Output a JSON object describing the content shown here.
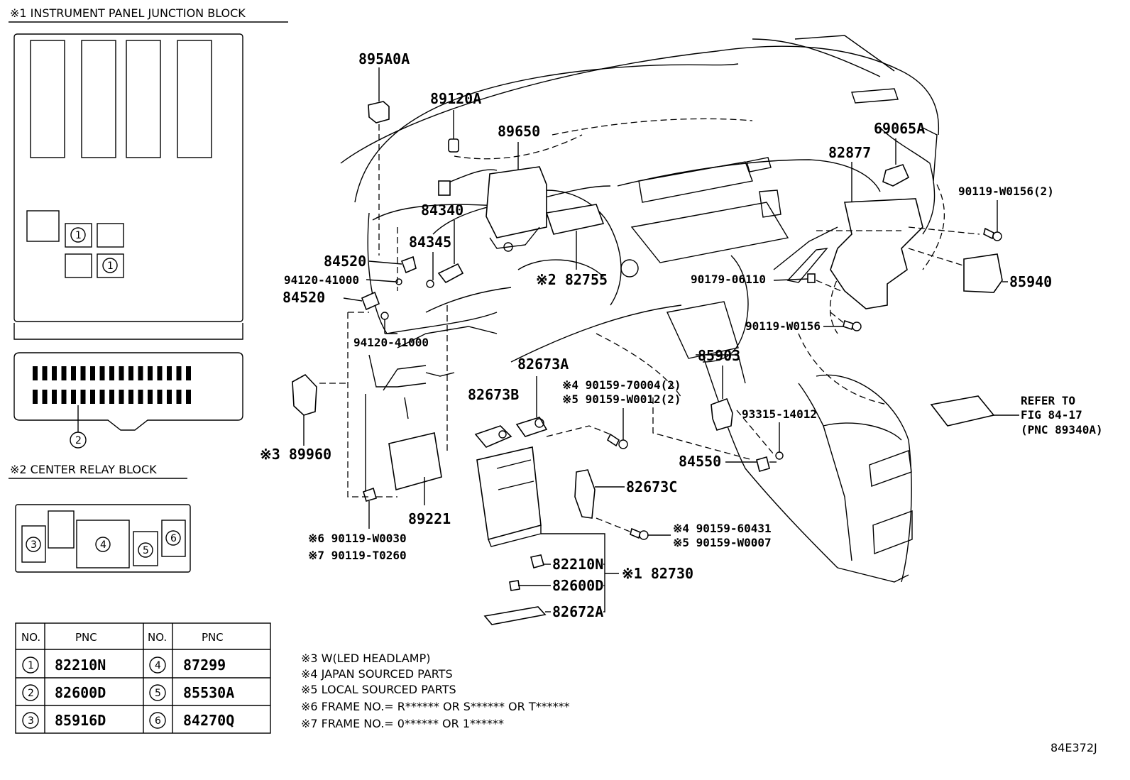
{
  "sections": {
    "junction_block_title": "※1 INSTRUMENT PANEL JUNCTION BLOCK",
    "relay_block_title": "※2 CENTER RELAY BLOCK"
  },
  "circle_labels": [
    "1",
    "1",
    "2",
    "3",
    "4",
    "5",
    "6"
  ],
  "callouts": {
    "p895A0A": "895A0A",
    "p89120A": "89120A",
    "p89650": "89650",
    "p69065A": "69065A",
    "p82877": "82877",
    "p90119W0156_2": "90119-W0156(2)",
    "p84340": "84340",
    "p84345": "84345",
    "p84520a": "84520",
    "p94120a": "94120-41000",
    "p84520b": "84520",
    "p94120b": "94120-41000",
    "p82755": "※2 82755",
    "p90179": "90179-06110",
    "p85940": "85940",
    "p90119W0156": "90119-W0156",
    "p85903": "85903",
    "p82673A": "82673A",
    "p90159_70004": "※4 90159-70004(2)",
    "p90159_W0012": "※5 90159-W0012(2)",
    "p82673B": "82673B",
    "p93315": "93315-14012",
    "refer1": "REFER TO",
    "refer2": "FIG 84-17",
    "refer3": "(PNC 89340A)",
    "p89960": "※3 89960",
    "p84550": "84550",
    "p82673C": "82673C",
    "p89221": "89221",
    "p90119W0030": "※6 90119-W0030",
    "p90119T0260": "※7 90119-T0260",
    "p90159_60431": "※4 90159-60431",
    "p90159_W0007": "※5 90159-W0007",
    "p82210N": "82210N",
    "p82730": "※1 82730",
    "p82600D": "82600D",
    "p82672A": "82672A"
  },
  "pnc_table": {
    "headers": [
      "NO.",
      "PNC",
      "NO.",
      "PNC"
    ],
    "rows": [
      {
        "no1": "1",
        "pnc1": "82210N",
        "no2": "4",
        "pnc2": "87299"
      },
      {
        "no1": "2",
        "pnc1": "82600D",
        "no2": "5",
        "pnc2": "85530A"
      },
      {
        "no1": "3",
        "pnc1": "85916D",
        "no2": "6",
        "pnc2": "84270Q"
      }
    ]
  },
  "notes": [
    "※3 W(LED HEADLAMP)",
    "※4 JAPAN SOURCED PARTS",
    "※5 LOCAL SOURCED PARTS",
    "※6 FRAME NO.= R****** OR S****** OR T******",
    "※7 FRAME NO.= 0****** OR 1******"
  ],
  "figure_code": "84E372J"
}
